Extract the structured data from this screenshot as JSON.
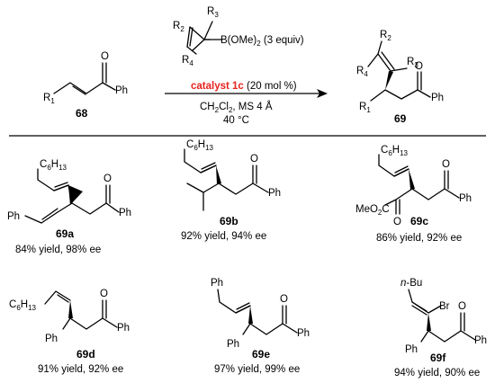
{
  "reaction": {
    "reactant": {
      "number": "68",
      "r1": "R",
      "r1_sub": "1",
      "ph": "Ph",
      "oxygen": "O"
    },
    "reagent": {
      "r3": "R",
      "r3_sub": "3",
      "r2": "R",
      "r2_sub": "2",
      "r4": "R",
      "r4_sub": "4",
      "boron": "B(OMe)",
      "boron_sub": "2",
      "equiv": " (3 equiv)"
    },
    "catalyst": "catalyst 1c",
    "catalyst_loading": " (20 mol %)",
    "solvent_a": "CH",
    "solvent_sub1": "2",
    "solvent_b": "Cl",
    "solvent_sub2": "2",
    "solvent_c": ", MS 4 Å",
    "temperature": "40 °C",
    "product": {
      "number": "69",
      "r1": "R",
      "r1_sub": "1",
      "r2": "R",
      "r2_sub": "2",
      "r3": "R",
      "r3_sub": "3",
      "r4": "R",
      "r4_sub": "4",
      "ph": "Ph",
      "oxygen": "O"
    }
  },
  "substituents": {
    "hexyl": "C",
    "hexyl_sub1": "6",
    "hexyl_mid": "H",
    "hexyl_sub2": "13",
    "ph": "Ph",
    "oxygen": "O",
    "ester": "MeO",
    "ester_sub": "2",
    "ester_end": "C",
    "nbu_prefix": "n",
    "nbu_rest": "-Bu",
    "bromo": "Br"
  },
  "examples": [
    {
      "id": "69a",
      "result": "84% yield, 98% ee"
    },
    {
      "id": "69b",
      "result": "92% yield, 94% ee"
    },
    {
      "id": "69c",
      "result": "86% yield, 92% ee"
    },
    {
      "id": "69d",
      "result": "91% yield, 92% ee"
    },
    {
      "id": "69e",
      "result": "97% yield, 99% ee"
    },
    {
      "id": "69f",
      "result": "94% yield, 90% ee"
    }
  ],
  "colors": {
    "catalyst": "#e8231d",
    "ink": "#000000"
  }
}
